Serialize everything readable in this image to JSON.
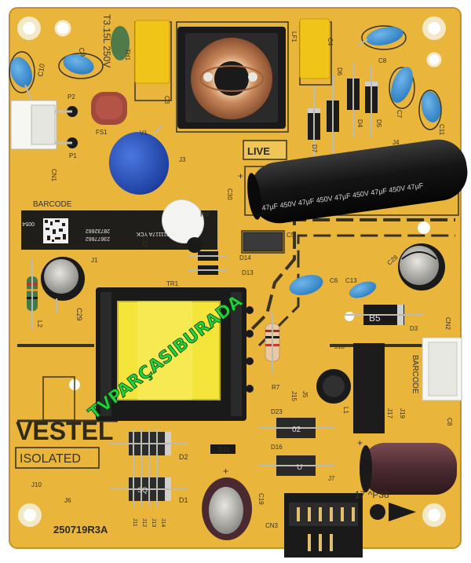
{
  "board": {
    "brand": "VESTEL",
    "isolated_label": "ISOLATED",
    "board_code": "250719R3A",
    "live_label": "LIVE",
    "barcode_label": "BARCODE",
    "fuse_rating": "T3.15L 250V",
    "plus_sign": "+",
    "bulk_cap_marking": "47µF 450V   47µF 450V   47µF 450V   47µF 450V   47µF",
    "barcode": {
      "num1": "0054",
      "num2": "28732662",
      "num3": "23677662",
      "num4": "1H211117A YCK"
    },
    "d3_marking": "B5",
    "d23_marking": "02",
    "d16_marking": "U",
    "d2_marking": "",
    "d1_marking": "SQ",
    "labels": {
      "th1": "TH1",
      "c9": "C9",
      "c10": "C10",
      "p2": "P2",
      "p1": "P1",
      "cn1": "CN1",
      "fs1": "FS1",
      "v1": "V1",
      "c3": "C3",
      "c18": "C18",
      "lf1": "LF1",
      "c4": "C4",
      "c8": "C8",
      "d6": "D6",
      "d4": "D4",
      "d5": "D5",
      "c7": "C7",
      "c11": "C11",
      "d7": "D7",
      "j4": "J4",
      "j3": "J3",
      "c30": "C30",
      "c12": "C12",
      "r4": "R4",
      "d14": "D14",
      "c5": "C5",
      "d13": "D13",
      "j1": "J1",
      "tr1": "TR1",
      "c29": "C29",
      "l2": "L2",
      "c6": "C6",
      "c13": "C13",
      "c28": "C28",
      "d3": "D3",
      "cn2": "CN2",
      "j18": "J18",
      "r7": "R7",
      "j15": "J15",
      "j5": "J5",
      "l1": "L1",
      "j17": "J17",
      "j19": "J19",
      "d23": "D23",
      "d16": "D16",
      "j7": "J7",
      "c17_partial": "17 ^P38",
      "d15": "D15",
      "c19": "C19",
      "cn3": "CN3",
      "d2": "D2",
      "d1": "D1",
      "j10": "J10",
      "j6": "J6",
      "j11": "J11",
      "j12": "J12",
      "j13": "J13",
      "j14": "J14"
    }
  },
  "watermark": {
    "text": "TVPARÇASIBURADA",
    "color": "#1fd63a"
  },
  "colors": {
    "board": "#e9b53a",
    "silkscreen": "#3a3320",
    "x2_capacitor": "#f0c419",
    "ceramic_capacitor": "#2b7cc0"
  }
}
